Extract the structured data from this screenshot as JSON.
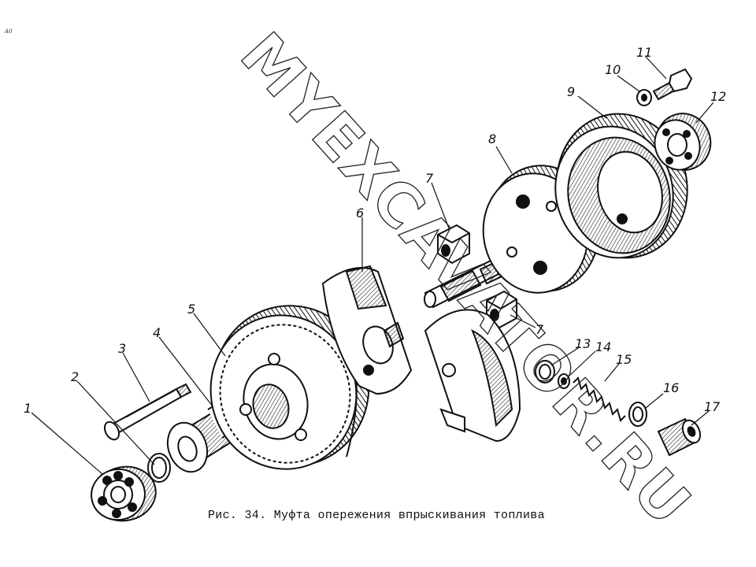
{
  "corner_mark": "A0",
  "caption": "Рис. 34. Муфта опережения впрыскивания топлива",
  "watermark": "MYEXCAVATOR.RU",
  "callouts": [
    "1",
    "2",
    "3",
    "4",
    "5",
    "6",
    "7",
    "7",
    "8",
    "9",
    "10",
    "11",
    "12",
    "13",
    "14",
    "15",
    "16",
    "17"
  ]
}
